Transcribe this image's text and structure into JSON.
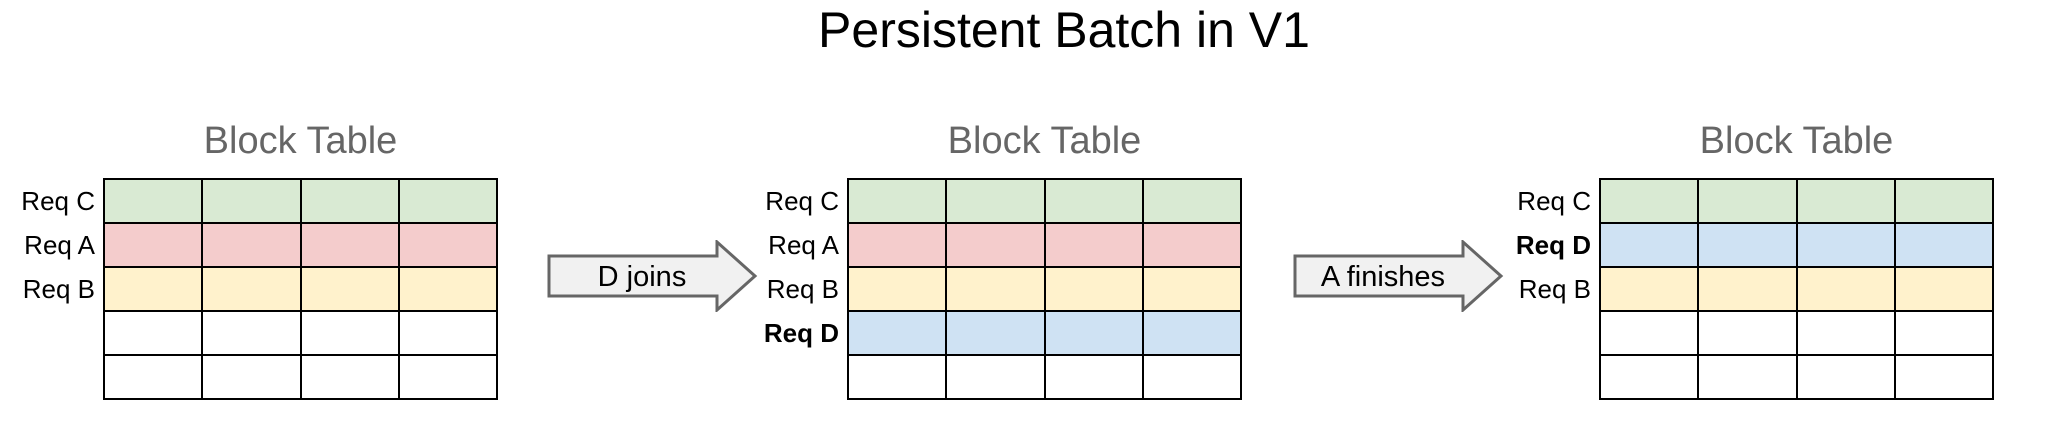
{
  "title": "Persistent Batch in V1",
  "palette": {
    "green": "#d9ead3",
    "pink": "#f4cccc",
    "yellow": "#fff2cc",
    "blue": "#cfe2f3",
    "white": "#ffffff",
    "grid_border": "#000000",
    "heading_gray": "#666666",
    "arrow_fill": "#f1f1f1",
    "arrow_stroke": "#666666"
  },
  "panels": [
    {
      "title": "Block Table",
      "columns": 4,
      "rows": [
        {
          "label": "Req C",
          "bold": false,
          "fill": "#d9ead3"
        },
        {
          "label": "Req A",
          "bold": false,
          "fill": "#f4cccc"
        },
        {
          "label": "Req B",
          "bold": false,
          "fill": "#fff2cc"
        },
        {
          "label": "",
          "bold": false,
          "fill": "#ffffff"
        },
        {
          "label": "",
          "bold": false,
          "fill": "#ffffff"
        }
      ]
    },
    {
      "title": "Block Table",
      "columns": 4,
      "rows": [
        {
          "label": "Req C",
          "bold": false,
          "fill": "#d9ead3"
        },
        {
          "label": "Req A",
          "bold": false,
          "fill": "#f4cccc"
        },
        {
          "label": "Req B",
          "bold": false,
          "fill": "#fff2cc"
        },
        {
          "label": "Req D",
          "bold": true,
          "fill": "#cfe2f3"
        },
        {
          "label": "",
          "bold": false,
          "fill": "#ffffff"
        }
      ]
    },
    {
      "title": "Block Table",
      "columns": 4,
      "rows": [
        {
          "label": "Req C",
          "bold": false,
          "fill": "#d9ead3"
        },
        {
          "label": "Req D",
          "bold": true,
          "fill": "#cfe2f3"
        },
        {
          "label": "Req B",
          "bold": false,
          "fill": "#fff2cc"
        },
        {
          "label": "",
          "bold": false,
          "fill": "#ffffff"
        },
        {
          "label": "",
          "bold": false,
          "fill": "#ffffff"
        }
      ]
    }
  ],
  "arrows": [
    {
      "label": "D joins"
    },
    {
      "label": "A finishes"
    }
  ]
}
